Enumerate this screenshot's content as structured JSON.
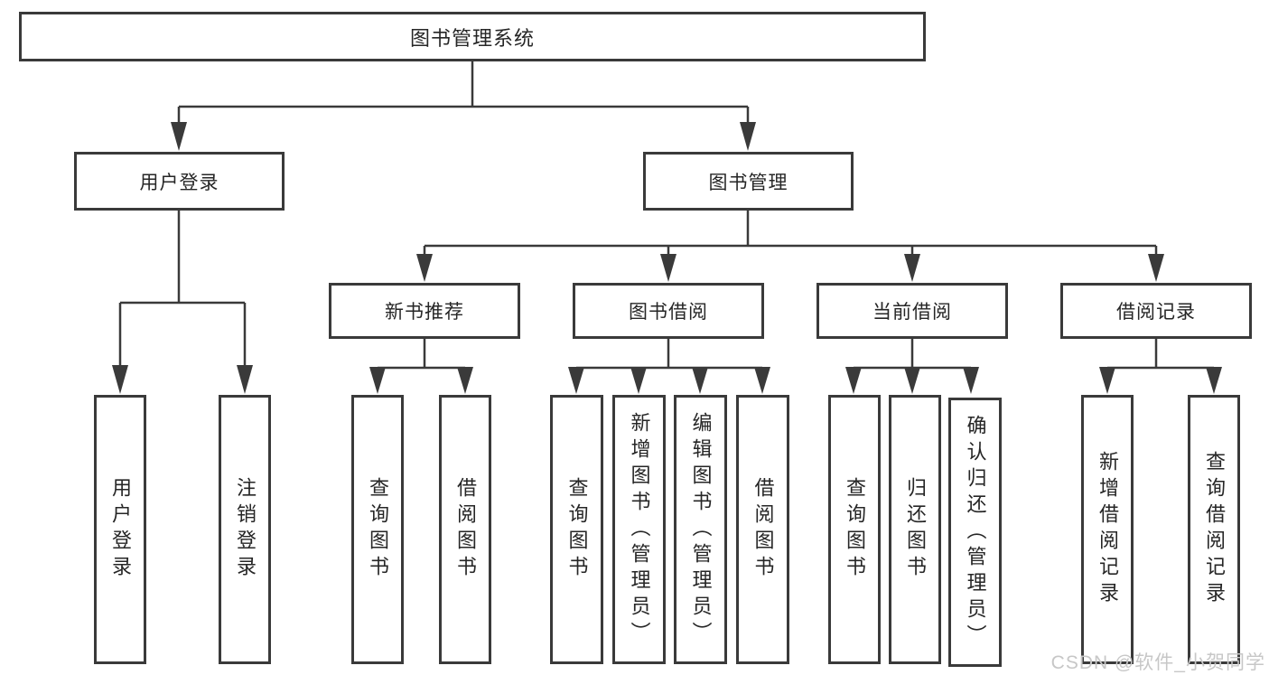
{
  "tree": {
    "label": "图书管理系统",
    "children": [
      {
        "label": "用户登录",
        "children": [
          {
            "label": "用户登录"
          },
          {
            "label": "注销登录"
          }
        ]
      },
      {
        "label": "图书管理",
        "children": [
          {
            "label": "新书推荐",
            "children": [
              {
                "label": "查询图书"
              },
              {
                "label": "借阅图书"
              }
            ]
          },
          {
            "label": "图书借阅",
            "children": [
              {
                "label": "查询图书"
              },
              {
                "label": "新增图书（管理员）"
              },
              {
                "label": "编辑图书（管理员）"
              },
              {
                "label": "借阅图书"
              }
            ]
          },
          {
            "label": "当前借阅",
            "children": [
              {
                "label": "查询图书"
              },
              {
                "label": "归还图书"
              },
              {
                "label": "确认归还（管理员）"
              }
            ]
          },
          {
            "label": "借阅记录",
            "children": [
              {
                "label": "新增借阅记录"
              },
              {
                "label": "查询借阅记录"
              }
            ]
          }
        ]
      }
    ]
  },
  "watermark": {
    "text": "CSDN @软件_小贺同学"
  },
  "colors": {
    "line": "#3a3a3a",
    "box_border": "#3a3a3a",
    "text": "#262626",
    "watermark": "#c7c7c7",
    "background": "#ffffff"
  }
}
